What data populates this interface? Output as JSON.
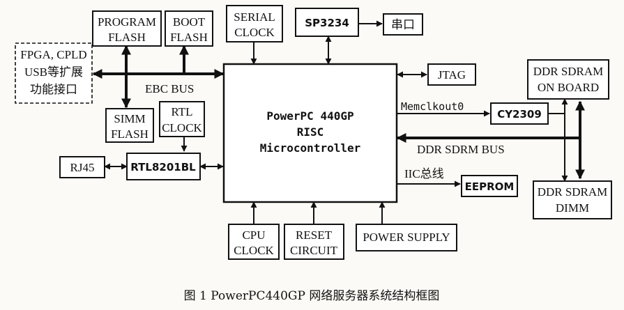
{
  "blocks": {
    "program_flash": [
      "PROGRAM",
      "FLASH"
    ],
    "boot_flash": [
      "BOOT",
      "FLASH"
    ],
    "serial_clock": [
      "SERIAL",
      "CLOCK"
    ],
    "sp3234": "SP3234",
    "serial_port": "串口",
    "fpga_if": [
      "FPGA, CPLD",
      "USB等扩展",
      "功能接口"
    ],
    "ebc_bus": "EBC BUS",
    "jtag": "JTAG",
    "ddr_onboard": [
      "DDR SDRAM",
      "ON BOARD"
    ],
    "cpu": [
      "PowerPC 440GP",
      "RISC",
      "Microcontroller"
    ],
    "memclkout": "Memclkout0",
    "cy2309": "CY2309",
    "ddr_bus": "DDR SDRM BUS",
    "simm_flash": [
      "SIMM",
      "FLASH"
    ],
    "rtl_clock": [
      "RTL",
      "CLOCK"
    ],
    "rj45": "RJ45",
    "rtl8201": "RTL8201BL",
    "iic_bus": "IIC总线",
    "eeprom": "EEPROM",
    "ddr_dimm": [
      "DDR SDRAM",
      "DIMM"
    ],
    "cpu_clock": [
      "CPU",
      "CLOCK"
    ],
    "reset_circuit": [
      "RESET",
      "CIRCUIT"
    ],
    "power_supply": "POWER SUPPLY"
  },
  "caption": "图 1  PowerPC440GP 网络服务器系统结构框图"
}
